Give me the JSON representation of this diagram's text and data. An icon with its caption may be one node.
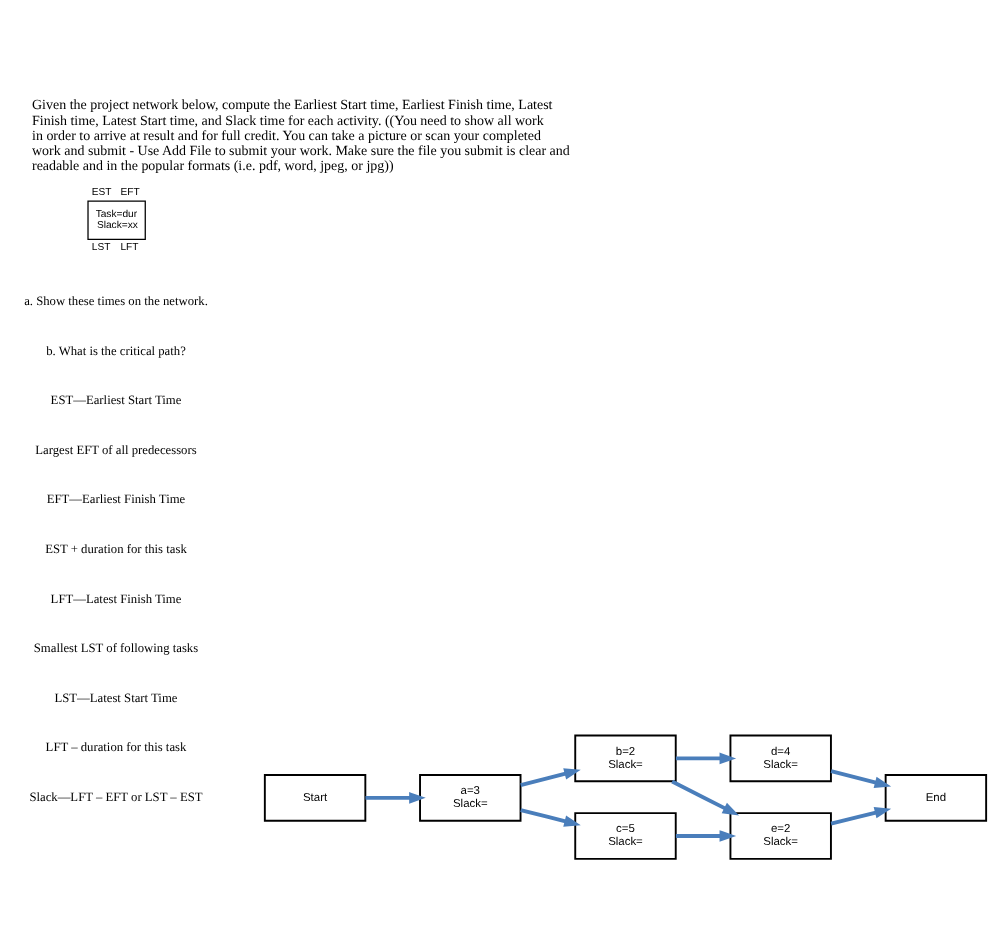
{
  "diagram": {
    "title": "Given the project network below, compute the Earliest Start time, Earliest Finish time, Latest Finish time, Latest Start time, and Slack time for each activity. ((You need to show all work in order to arrive at result and for full credit. You can take a picture or scan your completed work and submit - Use Add File to submit your work. Make sure the file you submit is clear and readable and in the popular formats (i.e. pdf, word, jpeg, or jpg))",
    "nodes": [
      {
        "text": [
          "Start"
        ]
      },
      {
        "text": [
          "a=3",
          "Slack="
        ]
      },
      {
        "text": [
          "b=2",
          "Slack="
        ]
      },
      {
        "text": [
          "c=5",
          "Slack="
        ]
      },
      {
        "text": [
          "d=4",
          "Slack="
        ]
      },
      {
        "text": [
          "e=2",
          "Slack="
        ]
      },
      {
        "text": [
          "End"
        ]
      },
      {
        "text": [
          "Task=dur",
          "Slack=xx"
        ],
        "beside": [
          "EST",
          "EFT",
          "LST",
          "LFT"
        ]
      }
    ],
    "edges": [
      {
        "from": 0,
        "to": 1,
        "arrow": "to"
      },
      {
        "from": 1,
        "to": 2,
        "arrow": "to"
      },
      {
        "from": 1,
        "to": 3,
        "arrow": "to"
      },
      {
        "from": 2,
        "to": 4,
        "arrow": "to"
      },
      {
        "from": 2,
        "to": 5,
        "arrow": "to"
      },
      {
        "from": 3,
        "to": 5,
        "arrow": "to"
      },
      {
        "from": 4,
        "to": 6,
        "arrow": "to"
      },
      {
        "from": 5,
        "to": 6,
        "arrow": "to"
      }
    ],
    "labels": [
      "a. Show these times on the network.",
      "b. What is the critical path?",
      "EST—Earliest Start Time",
      "Largest EFT of all predecessors",
      "EFT—Earliest Finish Time",
      "EST + duration for this task",
      "LFT—Latest Finish Time",
      "Smallest LST of following tasks",
      "LST—Latest Start Time",
      "LFT – duration for this task",
      "Slack—LFT – EFT or LST – EST"
    ]
  }
}
